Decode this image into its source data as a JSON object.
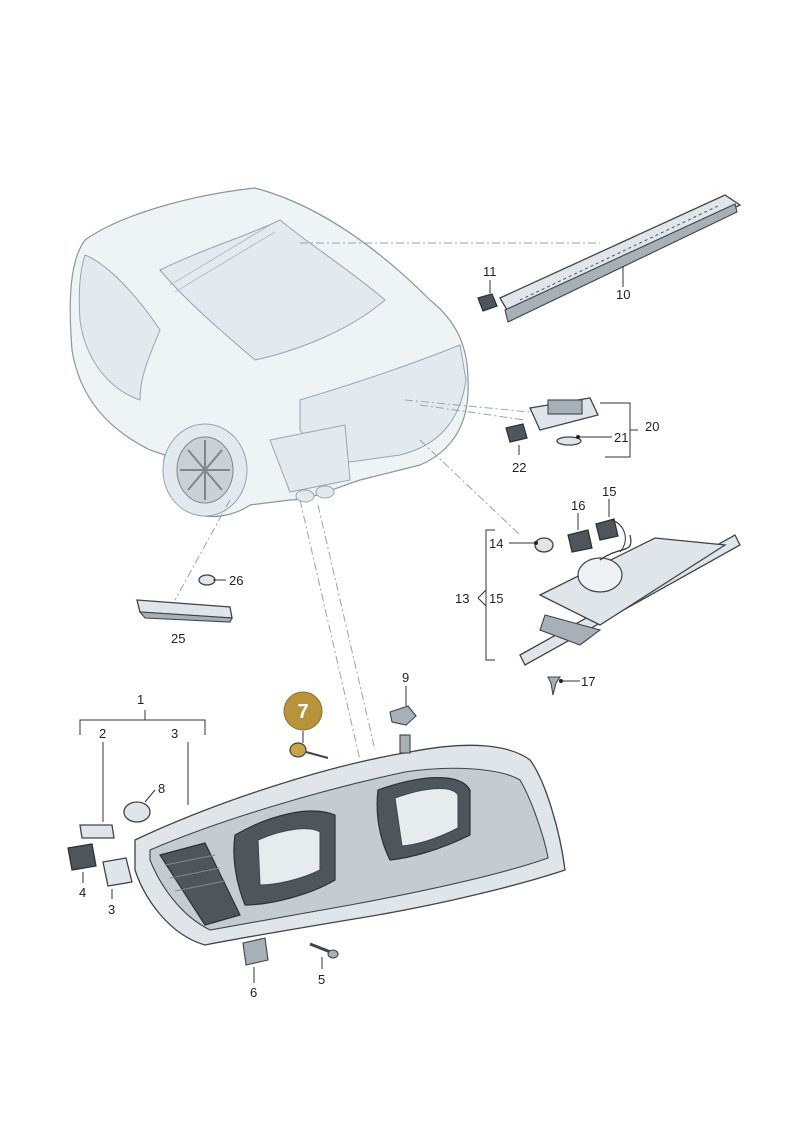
{
  "callouts": {
    "p1": "1",
    "p2": "2",
    "p3": "3",
    "p3b": "3",
    "p4": "4",
    "p5": "5",
    "p6": "6",
    "p8": "8",
    "p9": "9",
    "p10": "10",
    "p11": "11",
    "p13": "13",
    "p14": "14",
    "p15a": "15",
    "p15b": "15",
    "p16": "16",
    "p17": "17",
    "p20": "20",
    "p21": "21",
    "p22": "22",
    "p25": "25",
    "p26": "26"
  },
  "highlight": {
    "label": "7",
    "color": "#b8933a"
  }
}
